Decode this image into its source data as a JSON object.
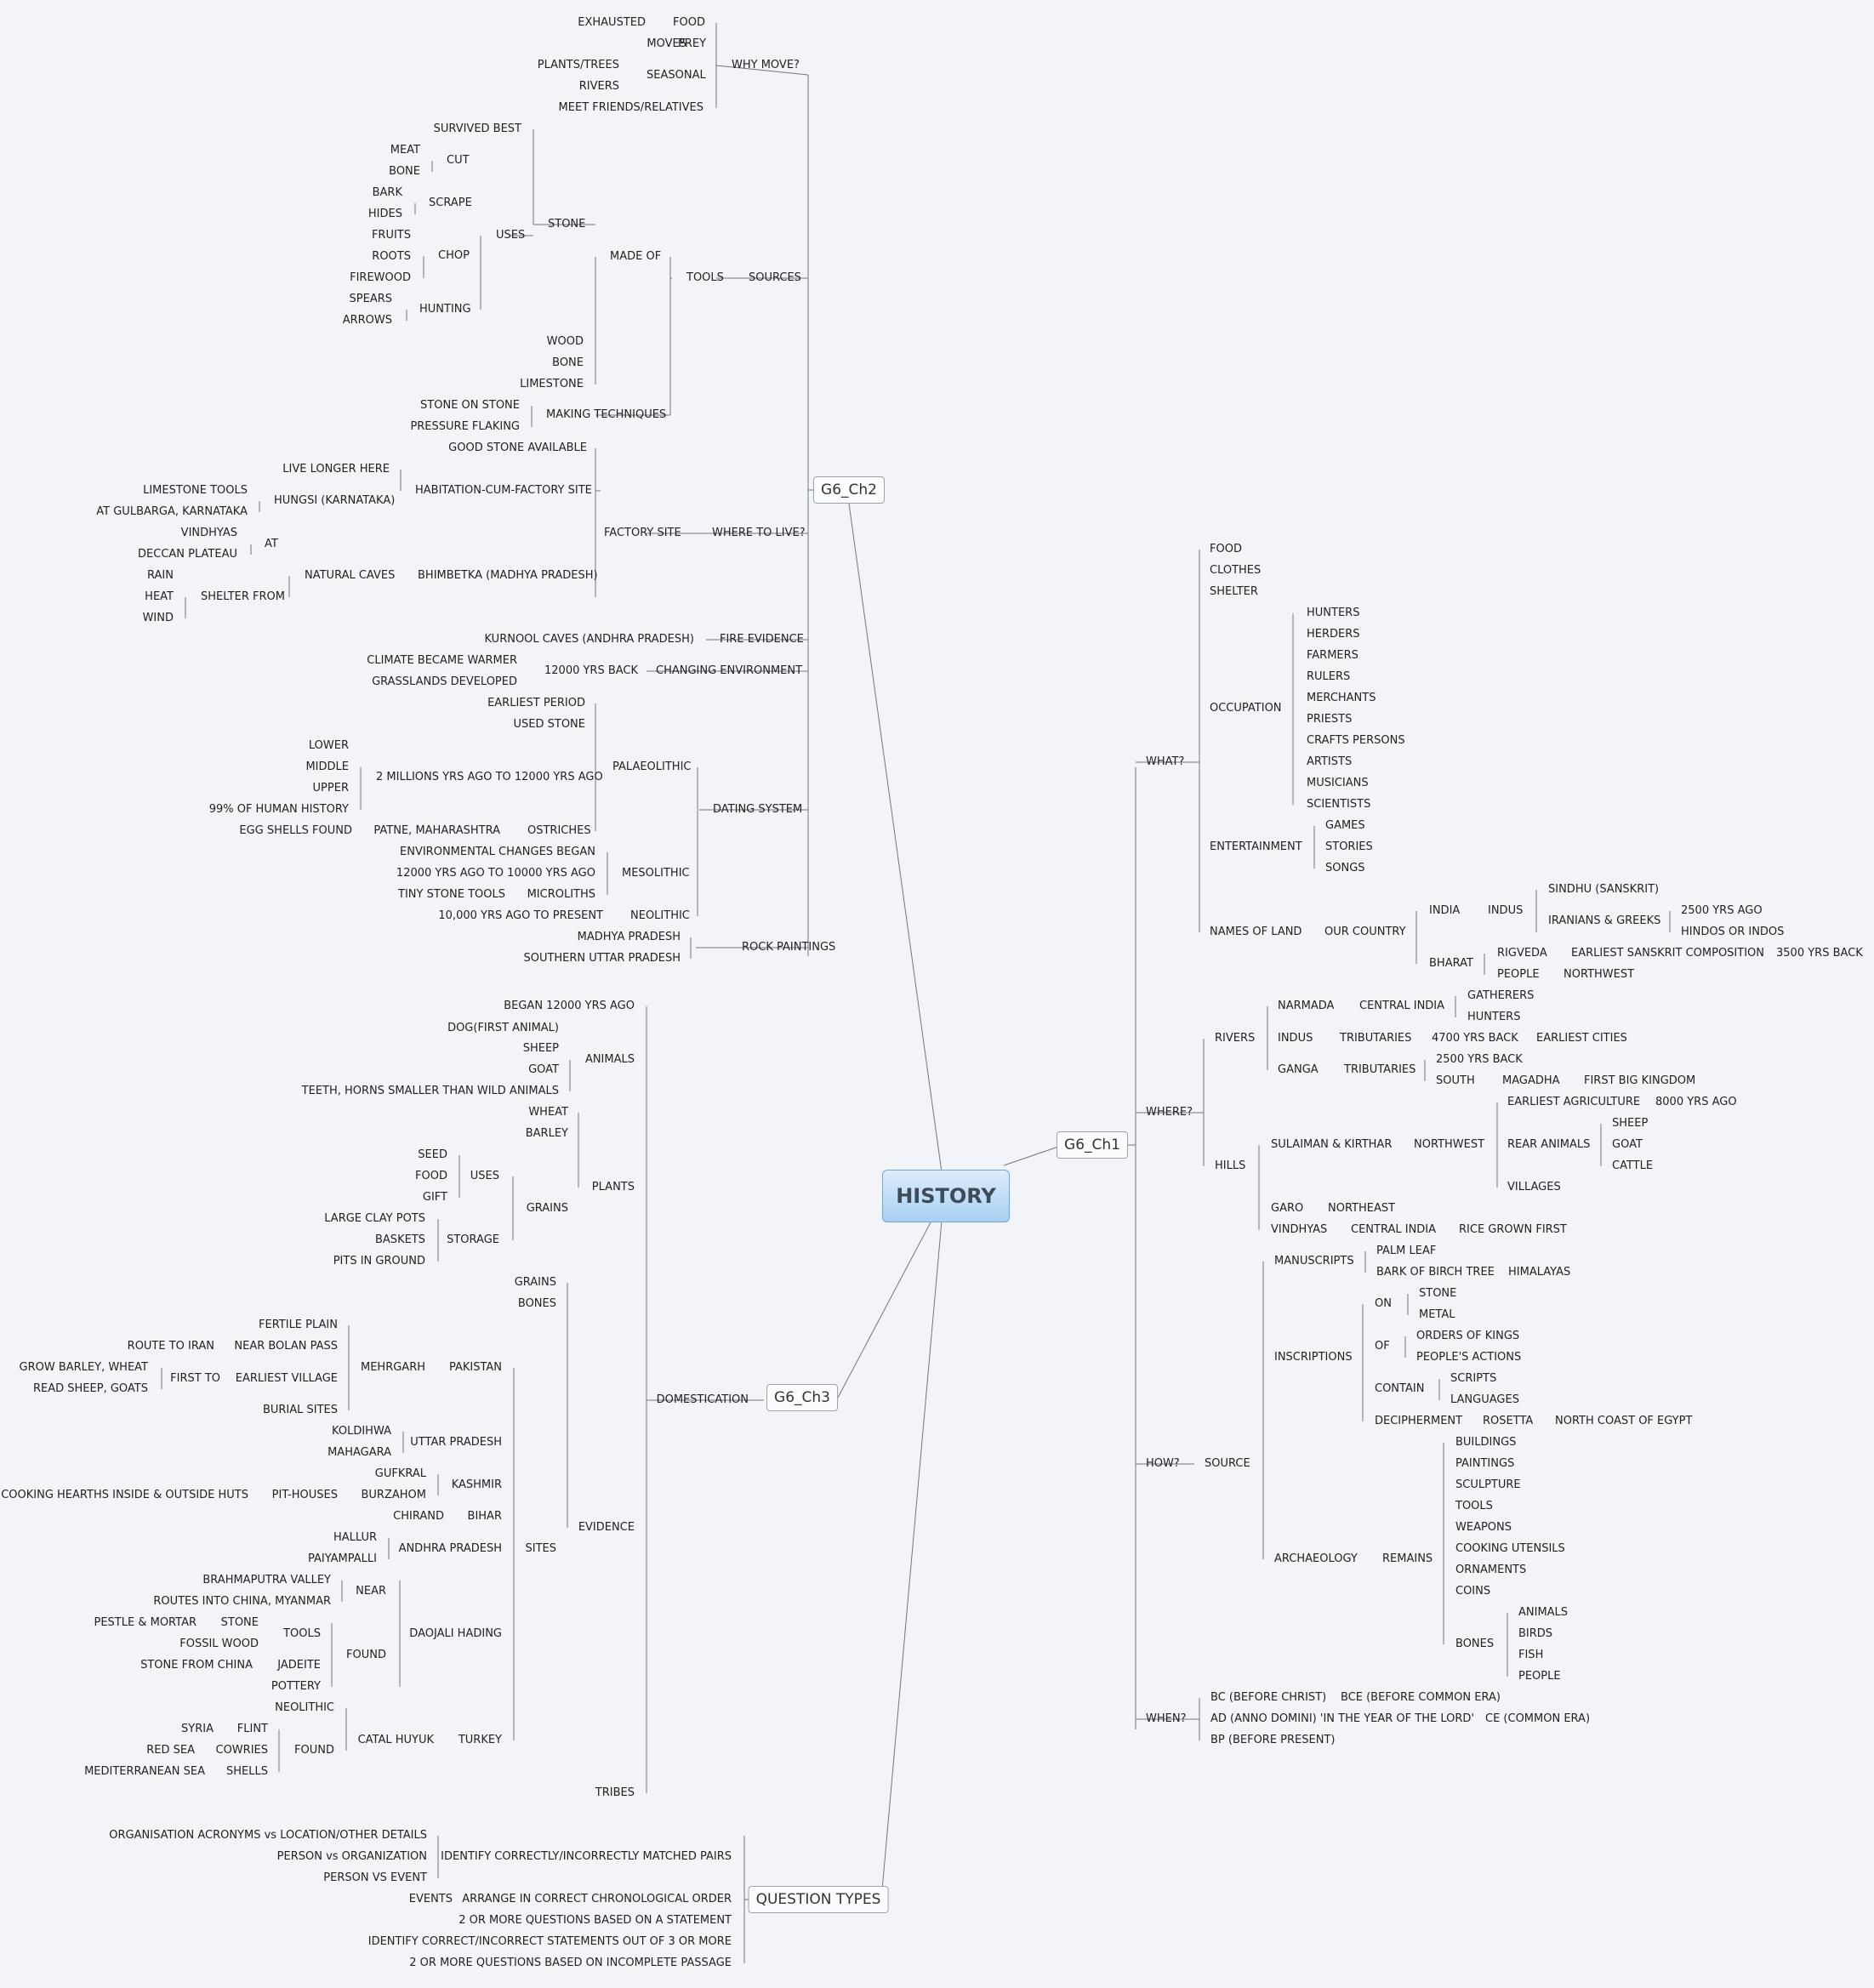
{
  "root": "HISTORY",
  "branches": {
    "ch2": "G6_Ch2",
    "ch1": "G6_Ch1",
    "ch3": "G6_Ch3",
    "qt": "QUESTION TYPES"
  },
  "labels": {
    "ch2_why_move": "WHY MOVE?",
    "ch2_food": "FOOD",
    "ch2_exhausted": "EXHAUSTED",
    "ch2_prey": "PREY",
    "ch2_moves": "MOVES",
    "ch2_seasonal": "SEASONAL",
    "ch2_plants_trees": "PLANTS/TREES",
    "ch2_rivers": "RIVERS",
    "ch2_meet_friends": "MEET FRIENDS/RELATIVES",
    "ch2_sources": "SOURCES",
    "ch2_tools": "TOOLS",
    "ch2_made_of": "MADE OF",
    "ch2_stone": "STONE",
    "ch2_survived_best": "SURVIVED BEST",
    "ch2_uses": "USES",
    "ch2_cut": "CUT",
    "ch2_meat": "MEAT",
    "ch2_bone1": "BONE",
    "ch2_scrape": "SCRAPE",
    "ch2_bark": "BARK",
    "ch2_hides": "HIDES",
    "ch2_chop": "CHOP",
    "ch2_fruits": "FRUITS",
    "ch2_roots": "ROOTS",
    "ch2_firewood": "FIREWOOD",
    "ch2_hunting": "HUNTING",
    "ch2_spears": "SPEARS",
    "ch2_arrows": "ARROWS",
    "ch2_wood": "WOOD",
    "ch2_bone2": "BONE",
    "ch2_limestone": "LIMESTONE",
    "ch2_making_tech": "MAKING TECHNIQUES",
    "ch2_stone_on_stone": "STONE ON STONE",
    "ch2_pressure": "PRESSURE FLAKING",
    "ch2_where_live": "WHERE TO LIVE?",
    "ch2_factory_site": "FACTORY SITE",
    "ch2_good_stone": "GOOD STONE AVAILABLE",
    "ch2_habitation": "HABITATION-CUM-FACTORY SITE",
    "ch2_live_longer": "LIVE LONGER HERE",
    "ch2_hungsi": "HUNGSI (KARNATAKA)",
    "ch2_limestone_tools": "LIMESTONE TOOLS",
    "ch2_gulbarga": "AT GULBARGA, KARNATAKA",
    "ch2_bhimbetka": "BHIMBETKA (MADHYA PRADESH)",
    "ch2_natural_caves": "NATURAL CAVES",
    "ch2_at": "AT",
    "ch2_vindhyas": "VINDHYAS",
    "ch2_deccan": "DECCAN PLATEAU",
    "ch2_shelter_from": "SHELTER FROM",
    "ch2_rain": "RAIN",
    "ch2_heat": "HEAT",
    "ch2_wind": "WIND",
    "ch2_fire_evidence": "FIRE EVIDENCE",
    "ch2_kurnool": "KURNOOL CAVES (ANDHRA PRADESH)",
    "ch2_changing_env": "CHANGING ENVIRONMENT",
    "ch2_12000": "12000 YRS BACK",
    "ch2_climate": "CLIMATE BECAME WARMER",
    "ch2_grasslands": "GRASSLANDS DEVELOPED",
    "ch2_dating": "DATING SYSTEM",
    "ch2_palaeolithic": "PALAEOLITHIC",
    "ch2_earliest_period": "EARLIEST PERIOD",
    "ch2_used_stone": "USED STONE",
    "ch2_2million": "2 MILLIONS YRS AGO TO 12000 YRS AGO",
    "ch2_lower": "LOWER",
    "ch2_middle": "MIDDLE",
    "ch2_upper": "UPPER",
    "ch2_99pct": "99% OF HUMAN HISTORY",
    "ch2_ostriches": "OSTRICHES",
    "ch2_patne": "PATNE, MAHARASHTRA",
    "ch2_egg_shells": "EGG SHELLS FOUND",
    "ch2_mesolithic": "MESOLITHIC",
    "ch2_env_changes": "ENVIRONMENTAL CHANGES BEGAN",
    "ch2_12000_10000": "12000 YRS  AGO TO 10000 YRS AGO",
    "ch2_microliths": "MICROLITHS",
    "ch2_tiny_stone": "TINY STONE TOOLS",
    "ch2_neolithic": "NEOLITHIC",
    "ch2_10000_present": "10,000 YRS AGO TO PRESENT",
    "ch2_rock_paintings": "ROCK PAINTINGS",
    "ch2_madhya": "MADHYA PRADESH",
    "ch2_southern_up": "SOUTHERN UTTAR PRADESH",
    "ch1_what": "WHAT?",
    "ch1_food": "FOOD",
    "ch1_clothes": "CLOTHES",
    "ch1_shelter": "SHELTER",
    "ch1_occupation": "OCCUPATION",
    "ch1_hunters": "HUNTERS",
    "ch1_herders": "HERDERS",
    "ch1_farmers": "FARMERS",
    "ch1_rulers": "RULERS",
    "ch1_merchants": "MERCHANTS",
    "ch1_priests": "PRIESTS",
    "ch1_crafts": "CRAFTS PERSONS",
    "ch1_artists": "ARTISTS",
    "ch1_musicians": "MUSICIANS",
    "ch1_scientists": "SCIENTISTS",
    "ch1_entertainment": "ENTERTAINMENT",
    "ch1_games": "GAMES",
    "ch1_stories": "STORIES",
    "ch1_songs": "SONGS",
    "ch1_names_land": "NAMES OF LAND",
    "ch1_our_country": "OUR COUNTRY",
    "ch1_india": "INDIA",
    "ch1_indus": "INDUS",
    "ch1_sindhu": "SINDHU (SANSKRIT)",
    "ch1_iranians": "IRANIANS & GREEKS",
    "ch1_2500ago": "2500 YRS AGO",
    "ch1_hindos": "HINDOS OR INDOS",
    "ch1_bharat": "BHARAT",
    "ch1_rigveda": "RIGVEDA",
    "ch1_earliest_sanskrit": "EARLIEST SANSKRIT COMPOSITION",
    "ch1_3500": "3500 YRS BACK",
    "ch1_people": "PEOPLE",
    "ch1_northwest1": "NORTHWEST",
    "ch1_where": "WHERE?",
    "ch1_rivers": "RIVERS",
    "ch1_narmada": "NARMADA",
    "ch1_central_india1": "CENTRAL INDIA",
    "ch1_gatherers": "GATHERERS",
    "ch1_hunters2": "HUNTERS",
    "ch1_indus2": "INDUS",
    "ch1_tributaries1": "TRIBUTARIES",
    "ch1_4700": "4700 YRS BACK",
    "ch1_earliest_cities": "EARLIEST CITIES",
    "ch1_ganga": "GANGA",
    "ch1_tributaries2": "TRIBUTARIES",
    "ch1_2500back": "2500 YRS BACK",
    "ch1_south": "SOUTH",
    "ch1_magadha": "MAGADHA",
    "ch1_first_kingdom": "FIRST BIG KINGDOM",
    "ch1_hills": "HILLS",
    "ch1_sulaiman": "SULAIMAN & KIRTHAR",
    "ch1_northwest2": "NORTHWEST",
    "ch1_earliest_agri": "EARLIEST AGRICULTURE",
    "ch1_8000": "8000 YRS AGO",
    "ch1_rear_animals": "REAR ANIMALS",
    "ch1_sheep": "SHEEP",
    "ch1_goat": "GOAT",
    "ch1_cattle": "CATTLE",
    "ch1_villages": "VILLAGES",
    "ch1_garo": "GARO",
    "ch1_northeast": "NORTHEAST",
    "ch1_vindhyas": "VINDHYAS",
    "ch1_central_india2": "CENTRAL INDIA",
    "ch1_rice": "RICE GROWN FIRST",
    "ch1_how": "HOW?",
    "ch1_source": "SOURCE",
    "ch1_manuscripts": "MANUSCRIPTS",
    "ch1_palm_leaf": "PALM LEAF",
    "ch1_birch": "BARK OF BIRCH TREE",
    "ch1_himalayas": "HIMALAYAS",
    "ch1_inscriptions": "INSCRIPTIONS",
    "ch1_on": "ON",
    "ch1_stone": "STONE",
    "ch1_metal": "METAL",
    "ch1_of": "OF",
    "ch1_orders": "ORDERS OF KINGS",
    "ch1_peoples_actions": "PEOPLE'S ACTIONS",
    "ch1_contain": "CONTAIN",
    "ch1_scripts": "SCRIPTS",
    "ch1_languages": "LANGUAGES",
    "ch1_decipherment": "DECIPHERMENT",
    "ch1_rosetta": "ROSETTA",
    "ch1_north_coast": "NORTH COAST OF EGYPT",
    "ch1_archaeology": "ARCHAEOLOGY",
    "ch1_remains": "REMAINS",
    "ch1_buildings": "BUILDINGS",
    "ch1_paintings": "PAINTINGS",
    "ch1_sculpture": "SCULPTURE",
    "ch1_tools": "TOOLS",
    "ch1_weapons": "WEAPONS",
    "ch1_cooking": "COOKING UTENSILS",
    "ch1_ornaments": "ORNAMENTS",
    "ch1_coins": "COINS",
    "ch1_bones": "BONES",
    "ch1_animals": "ANIMALS",
    "ch1_birds": "BIRDS",
    "ch1_fish": "FISH",
    "ch1_people2": "PEOPLE",
    "ch1_when": "WHEN?",
    "ch1_bc": "BC (BEFORE CHRIST)",
    "ch1_bce": "BCE (BEFORE COMMON ERA)",
    "ch1_ad": "AD (ANNO DOMINI) 'IN THE YEAR OF THE LORD'",
    "ch1_ce": "CE (COMMON ERA)",
    "ch1_bp": "BP (BEFORE PRESENT)",
    "ch3_domestication": "DOMESTICATION",
    "ch3_began": "BEGAN 12000 YRS AGO",
    "ch3_animals": "ANIMALS",
    "ch3_dog": "DOG(FIRST ANIMAL)",
    "ch3_sheep": "SHEEP",
    "ch3_goat": "GOAT",
    "ch3_teeth": "TEETH, HORNS SMALLER THAN WILD ANIMALS",
    "ch3_plants": "PLANTS",
    "ch3_wheat": "WHEAT",
    "ch3_barley": "BARLEY",
    "ch3_grains": "GRAINS",
    "ch3_uses": "USES",
    "ch3_seed": "SEED",
    "ch3_food": "FOOD",
    "ch3_gift": "GIFT",
    "ch3_storage": "STORAGE",
    "ch3_clay_pots": "LARGE CLAY POTS",
    "ch3_baskets": "BASKETS",
    "ch3_pits": "PITS IN GROUND",
    "ch3_evidence": "EVIDENCE",
    "ch3_grains2": "GRAINS",
    "ch3_bones": "BONES",
    "ch3_sites": "SITES",
    "ch3_pakistan": "PAKISTAN",
    "ch3_mehrgarh": "MEHRGARH",
    "ch3_fertile": "FERTILE PLAIN",
    "ch3_bolan": "NEAR BOLAN PASS",
    "ch3_route_iran": "ROUTE TO IRAN",
    "ch3_earliest_village": "EARLIEST VILLAGE",
    "ch3_first_to": "FIRST TO",
    "ch3_grow_barley": "GROW BARLEY, WHEAT",
    "ch3_read_sheep": "READ SHEEP, GOATS",
    "ch3_burial": "BURIAL SITES",
    "ch3_up": "UTTAR PRADESH",
    "ch3_koldihwa": "KOLDIHWA",
    "ch3_mahagara": "MAHAGARA",
    "ch3_kashmir": "KASHMIR",
    "ch3_gufkral": "GUFKRAL",
    "ch3_burzahom": "BURZAHOM",
    "ch3_pit_houses": "PIT-HOUSES",
    "ch3_cooking_hearths": "COOKING HEARTHS INSIDE & OUTSIDE HUTS",
    "ch3_bihar": "BIHAR",
    "ch3_chirand": "CHIRAND",
    "ch3_andhra": "ANDHRA PRADESH",
    "ch3_hallur": "HALLUR",
    "ch3_paiyampalli": "PAIYAMPALLI",
    "ch3_daojali": "DAOJALI HADING",
    "ch3_near": "NEAR",
    "ch3_brahmaputra": "BRAHMAPUTRA VALLEY",
    "ch3_routes_china": "ROUTES INTO CHINA, MYANMAR",
    "ch3_found1": "FOUND",
    "ch3_tools": "TOOLS",
    "ch3_stone": "STONE",
    "ch3_pestle": "PESTLE & MORTAR",
    "ch3_fossil_wood": "FOSSIL WOOD",
    "ch3_jadeite": "JADEITE",
    "ch3_stone_china": "STONE FROM CHINA",
    "ch3_pottery": "POTTERY",
    "ch3_turkey": "TURKEY",
    "ch3_catal": "CATAL HUYUK",
    "ch3_neolithic": "NEOLITHIC",
    "ch3_found2": "FOUND",
    "ch3_flint": "FLINT",
    "ch3_syria": "SYRIA",
    "ch3_cowries": "COWRIES",
    "ch3_red_sea": "RED SEA",
    "ch3_shells": "SHELLS",
    "ch3_med_sea": "MEDITERRANEAN SEA",
    "ch3_tribes": "TRIBES",
    "qt_identify_pairs": "IDENTIFY CORRECTLY/INCORRECTLY  MATCHED PAIRS",
    "qt_org_acronyms": "ORGANISATION ACRONYMS vs LOCATION/OTHER DETAILS",
    "qt_person_org": "PERSON vs ORGANIZATION",
    "qt_person_event": "PERSON VS EVENT",
    "qt_chronological": "ARRANGE IN CORRECT CHRONOLOGICAL ORDER",
    "qt_events": "EVENTS",
    "qt_2more_statement": "2 OR MORE QUESTIONS BASED ON A STATEMENT",
    "qt_identify_statements": "IDENTIFY CORRECT/INCORRECT STATEMENTS OUT OF 3 OR MORE",
    "qt_2more_passage": "2 OR MORE QUESTIONS BASED ON INCOMPLETE PASSAGE"
  },
  "colors": {
    "line": "#6f7882",
    "dot": "#a9c8e8",
    "root_fill": "#a8d0f3"
  }
}
